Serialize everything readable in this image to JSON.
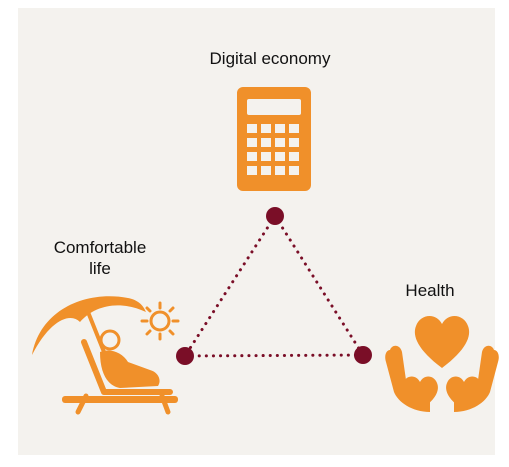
{
  "nodes": {
    "top": {
      "label": "Digital economy",
      "icon": "calculator-icon"
    },
    "left": {
      "label_line1": "Comfortable",
      "label_line2": "life",
      "icon": "beach-chair-umbrella-icon",
      "accent_icon": "sun-icon"
    },
    "right": {
      "label": "Health",
      "icon": "hands-holding-heart-icon"
    }
  },
  "colors": {
    "background": "#f4f2ee",
    "icon": "#f0902a",
    "connector": "#7a0e27"
  }
}
